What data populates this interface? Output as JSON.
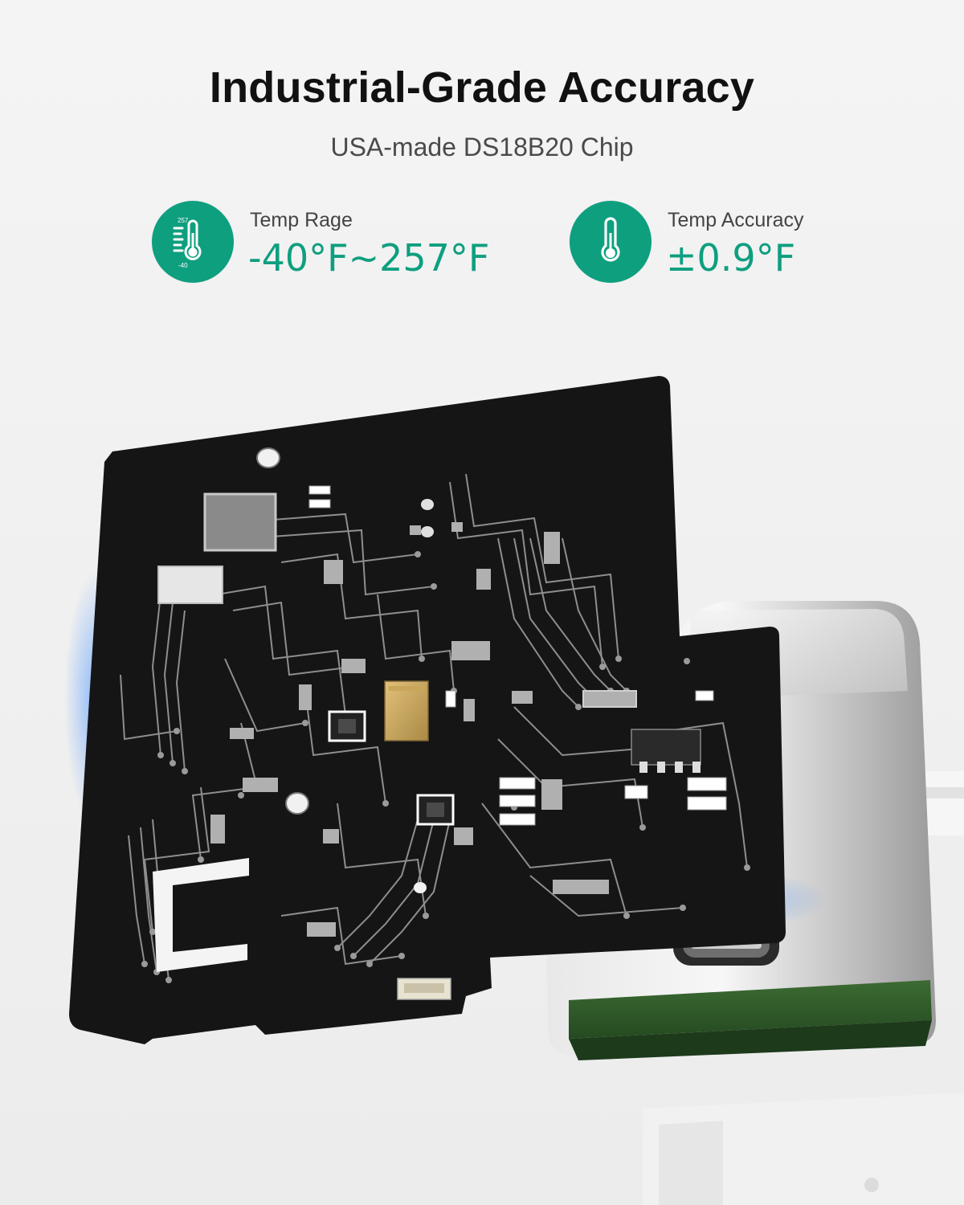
{
  "header": {
    "title": "Industrial-Grade Accuracy",
    "subtitle": "USA-made DS18B20 Chip"
  },
  "specs": [
    {
      "label": "Temp Rage",
      "value": "-40°F~257°F",
      "icon": "thermometer-range-icon",
      "scale_top": "257",
      "scale_bottom": "-40"
    },
    {
      "label": "Temp Accuracy",
      "value": "±0.9°F",
      "icon": "thermometer-icon"
    }
  ],
  "colors": {
    "accent": "#0e9f7f",
    "title": "#111111",
    "pcb": "#161616",
    "housing": "#d9d9d9"
  }
}
